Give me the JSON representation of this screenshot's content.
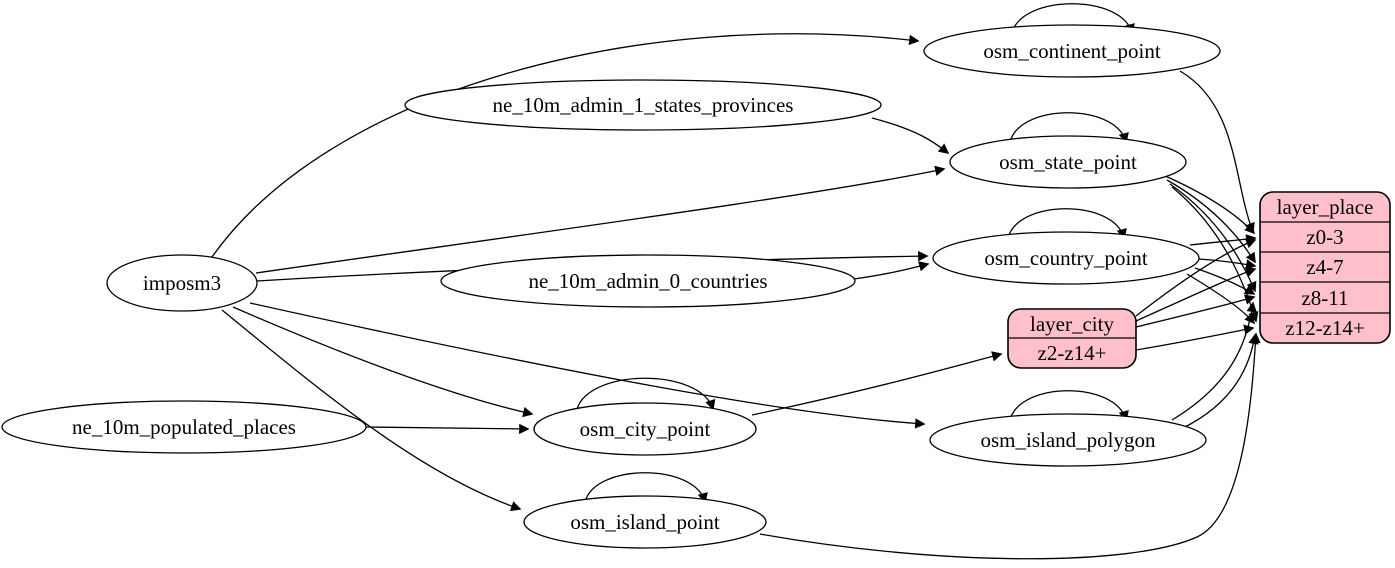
{
  "diagram_type": "etl-graph",
  "colors": {
    "record_fill": "#ffc0cb",
    "ellipse_fill": "#ffffff",
    "edge_stroke": "#000000"
  },
  "nodes": {
    "imposm3": "imposm3",
    "ne_admin1": "ne_10m_admin_1_states_provinces",
    "ne_admin0": "ne_10m_admin_0_countries",
    "ne_places": "ne_10m_populated_places",
    "continent": "osm_continent_point",
    "state": "osm_state_point",
    "country": "osm_country_point",
    "city": "osm_city_point",
    "island_polygon": "osm_island_polygon",
    "island_point": "osm_island_point"
  },
  "records": {
    "layer_place": {
      "title": "layer_place",
      "rows": [
        "z0-3",
        "z4-7",
        "z8-11",
        "z12-z14+"
      ]
    },
    "layer_city": {
      "title": "layer_city",
      "rows": [
        "z2-z14+"
      ]
    }
  },
  "edges": [
    {
      "from": "imposm3",
      "to": "osm_continent_point"
    },
    {
      "from": "imposm3",
      "to": "osm_state_point"
    },
    {
      "from": "imposm3",
      "to": "osm_country_point"
    },
    {
      "from": "imposm3",
      "to": "osm_city_point"
    },
    {
      "from": "imposm3",
      "to": "osm_island_polygon"
    },
    {
      "from": "imposm3",
      "to": "osm_island_point"
    },
    {
      "from": "ne_10m_admin_1_states_provinces",
      "to": "osm_state_point"
    },
    {
      "from": "ne_10m_admin_0_countries",
      "to": "osm_country_point"
    },
    {
      "from": "ne_10m_populated_places",
      "to": "osm_city_point"
    },
    {
      "from": "osm_continent_point",
      "to": "osm_continent_point"
    },
    {
      "from": "osm_state_point",
      "to": "osm_state_point"
    },
    {
      "from": "osm_country_point",
      "to": "osm_country_point"
    },
    {
      "from": "osm_city_point",
      "to": "osm_city_point"
    },
    {
      "from": "osm_island_polygon",
      "to": "osm_island_polygon"
    },
    {
      "from": "osm_island_point",
      "to": "osm_island_point"
    },
    {
      "from": "osm_continent_point",
      "to": "layer_place:z0-3"
    },
    {
      "from": "osm_state_point",
      "to": "layer_place:z0-3"
    },
    {
      "from": "osm_state_point",
      "to": "layer_place:z4-7"
    },
    {
      "from": "osm_state_point",
      "to": "layer_place:z8-11"
    },
    {
      "from": "osm_state_point",
      "to": "layer_place:z12-z14+"
    },
    {
      "from": "osm_country_point",
      "to": "layer_place:z0-3"
    },
    {
      "from": "osm_country_point",
      "to": "layer_place:z4-7"
    },
    {
      "from": "osm_country_point",
      "to": "layer_place:z8-11"
    },
    {
      "from": "osm_country_point",
      "to": "layer_place:z12-z14+"
    },
    {
      "from": "osm_city_point",
      "to": "layer_city:z2-z14+"
    },
    {
      "from": "layer_city",
      "to": "layer_place:z0-3"
    },
    {
      "from": "layer_city",
      "to": "layer_place:z4-7"
    },
    {
      "from": "layer_city",
      "to": "layer_place:z8-11"
    },
    {
      "from": "layer_city",
      "to": "layer_place:z12-z14+"
    },
    {
      "from": "osm_island_polygon",
      "to": "layer_place:z8-11"
    },
    {
      "from": "osm_island_polygon",
      "to": "layer_place:z12-z14+"
    },
    {
      "from": "osm_island_point",
      "to": "layer_place:z12-z14+"
    }
  ]
}
